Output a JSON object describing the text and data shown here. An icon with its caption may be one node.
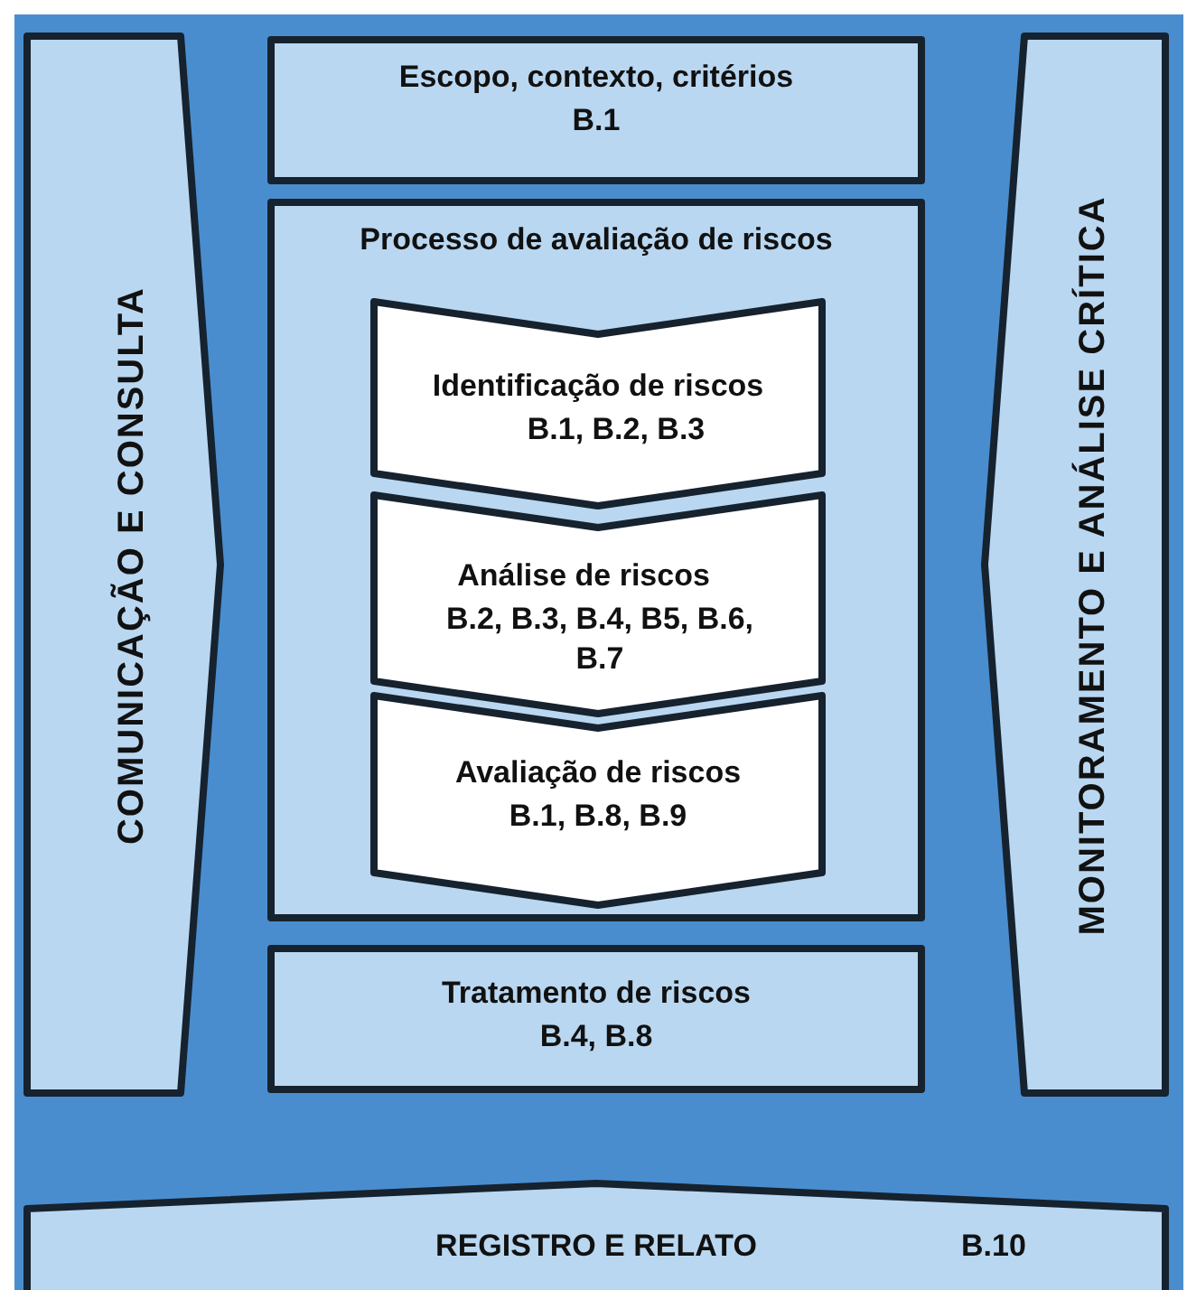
{
  "diagram": {
    "nodes": [
      {
        "text": [
          "COMUNICAÇÃO E CONSULTA"
        ]
      },
      {
        "text": [
          "Escopo, contexto, critérios",
          "B.1"
        ]
      },
      {
        "text": [
          "Processo de avaliação de riscos"
        ]
      },
      {
        "text": [
          "Identificação de riscos",
          "B.1, B.2, B.3"
        ],
        "in": 2
      },
      {
        "text": [
          "Análise de riscos",
          "B.2, B.3, B.4, B5, B.6, B.7"
        ],
        "in": 2
      },
      {
        "text": [
          "Avaliação de riscos",
          "B.1, B.8, B.9"
        ],
        "in": 2
      },
      {
        "text": [
          "Tratamento de riscos",
          "B.4, B.8"
        ]
      },
      {
        "text": [
          "MONITORAMENTO E ANÁLISE CRÍTICA"
        ]
      },
      {
        "text": [
          "REGISTRO E RELATO",
          "B.10"
        ]
      }
    ]
  }
}
